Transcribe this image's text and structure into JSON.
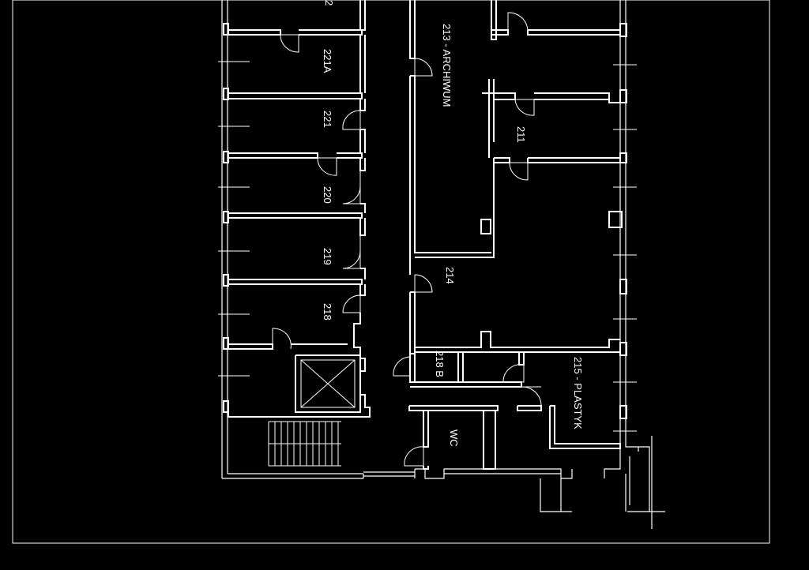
{
  "rooms": {
    "r222": "2",
    "r221a": "221A",
    "r221": "221",
    "r220": "220",
    "r219": "219",
    "r218": "218",
    "r218b": "218 B",
    "r213": "213 - ARCHIWUM",
    "r211": "211",
    "r214": "214",
    "r215": "215 - PLASTYK",
    "wc": "WC"
  },
  "colors": {
    "background": "#000000",
    "lines": "#ffffff"
  }
}
